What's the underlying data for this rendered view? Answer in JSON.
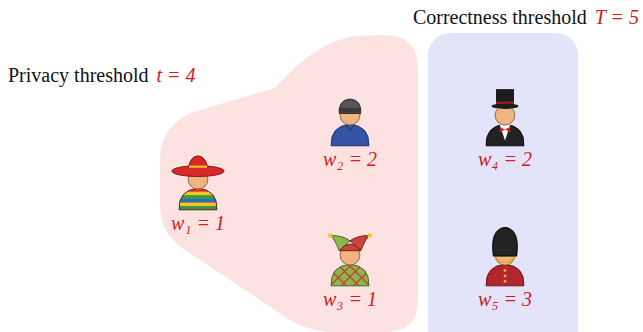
{
  "diagram": {
    "nodes": [
      {
        "text": [
          "Privacy threshold",
          "t = 4"
        ]
      },
      {
        "text": [
          "w₁ = 1"
        ],
        "in": 0
      },
      {
        "text": [
          "w₂ = 2"
        ],
        "in": 0
      },
      {
        "text": [
          "w₃ = 1"
        ],
        "in": 0
      },
      {
        "text": [
          "Correctness threshold",
          "T = 5"
        ]
      },
      {
        "text": [
          "w₄ = 2"
        ],
        "in": 4
      },
      {
        "text": [
          "w₅ = 3"
        ],
        "in": 4
      }
    ]
  }
}
